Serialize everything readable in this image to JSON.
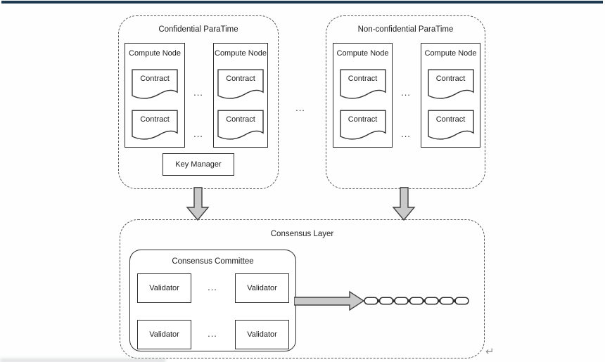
{
  "colors": {
    "top_bar": "#1d3a50",
    "arrow_fill": "#c9c9c9",
    "line": "#2f2f2f",
    "return_symbol": "#8f8f8f"
  },
  "diagram": {
    "confidential_paratime": {
      "title": "Confidential ParaTime",
      "compute_nodes": [
        {
          "title": "Compute Node",
          "contracts": [
            "Contract",
            "Contract"
          ]
        },
        {
          "title": "Compute Node",
          "contracts": [
            "Contract",
            "Contract"
          ]
        }
      ],
      "row_ellipsis": [
        "...",
        "..."
      ],
      "key_manager_label": "Key Manager"
    },
    "paratime_ellipsis": "...",
    "non_confidential_paratime": {
      "title": "Non-confidential ParaTime",
      "compute_nodes": [
        {
          "title": "Compute Node",
          "contracts": [
            "Contract",
            "Contract"
          ]
        },
        {
          "title": "Compute Node",
          "contracts": [
            "Contract",
            "Contract"
          ]
        }
      ],
      "row_ellipsis": [
        "...",
        "..."
      ]
    },
    "consensus_layer": {
      "title": "Consensus Layer",
      "consensus_committee": {
        "title": "Consensus Committee",
        "validators": [
          "Validator",
          "Validator",
          "Validator",
          "Validator"
        ],
        "row_ellipsis": [
          "...",
          "..."
        ]
      }
    },
    "return_symbol": "↵"
  }
}
